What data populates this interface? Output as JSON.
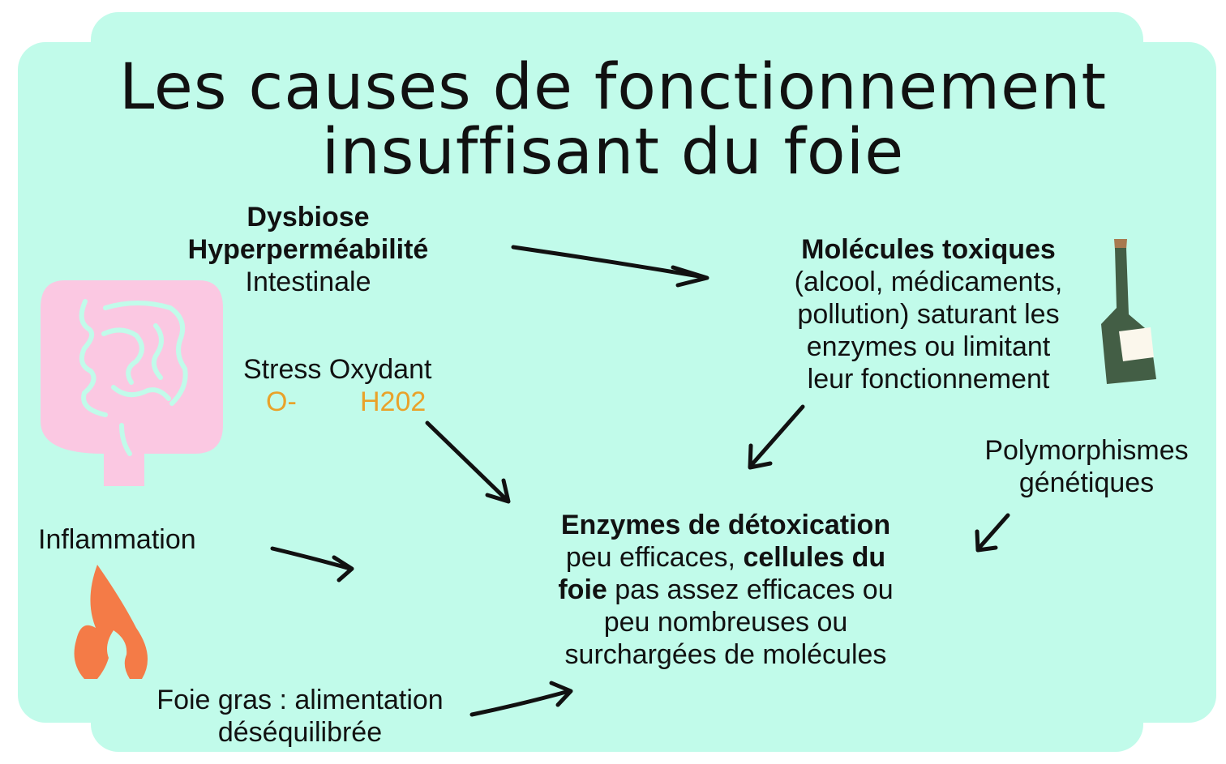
{
  "colors": {
    "background": "#c1fbea",
    "accent_orange": "#e9a22a",
    "intestine": "#fbc8e2",
    "flame": "#f47b47",
    "bottle": "#435e45",
    "bottle_label": "#fbf7ec",
    "bottle_cork": "#a87a50",
    "arrow": "#111111"
  },
  "title": {
    "line1": "Les causes de fonctionnement",
    "line2": "insuffisant du foie"
  },
  "nodes": {
    "dysbiose": {
      "line1": "Dysbiose",
      "line2": "Hyperperméabilité",
      "line3": "Intestinale"
    },
    "molecules": {
      "heading": "Molécules toxiques",
      "line1": "(alcool, médicaments,",
      "line2": "pollution) saturant les",
      "line3": "enzymes ou limitant",
      "line4": "leur fonctionnement"
    },
    "stress": {
      "label": "Stress Oxydant",
      "formula1": "O-",
      "formula2": "H202"
    },
    "polymorphismes": {
      "line1": "Polymorphismes",
      "line2": "génétiques"
    },
    "inflammation": {
      "label": "Inflammation"
    },
    "enzymes": {
      "heading": "Enzymes de détoxication",
      "line2_normal": "peu efficaces, ",
      "line2_bold": "cellules du",
      "line3_bold": "foie",
      "line3_normal": " pas assez efficaces ou",
      "line4": "peu nombreuses ou",
      "line5": "surchargées de molécules"
    },
    "foie_gras": {
      "line1": "Foie gras : alimentation",
      "line2": "déséquilibrée"
    }
  },
  "icons": {
    "intestine": "intestine-icon",
    "flame": "flame-icon",
    "bottle": "wine-bottle-icon"
  }
}
